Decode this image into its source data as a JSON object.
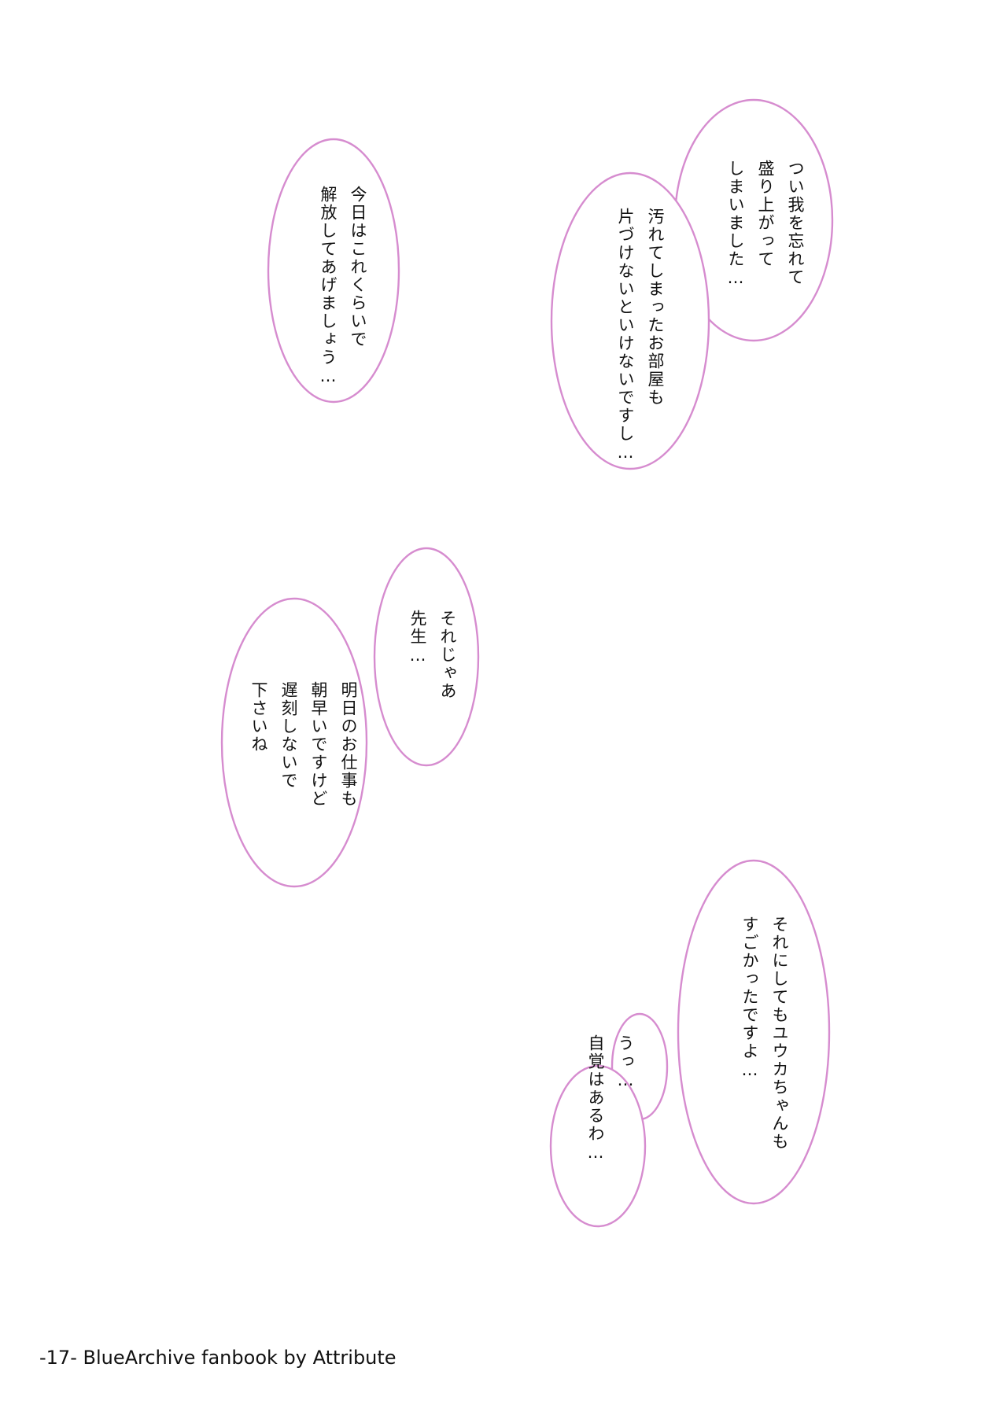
{
  "bubbles": {
    "b1": "つい我を忘れて\n盛り上がって\nしまいました…",
    "b2": "汚れてしまったお部屋も\n片づけないといけないですし…",
    "b3": "今日はこれくらいで\n解放してあげましょう…",
    "b4": "それじゃあ\n先生…",
    "b5": "明日のお仕事も\n朝早いですけど\n遅刻しないで\n下さいね",
    "b6": "それにしてもユウカちゃんも\nすごかったですよ…",
    "b7": "うっ…\n自覚はあるわ…"
  },
  "footer": {
    "text": "-17- BlueArchive fanbook by Attribute"
  },
  "colors": {
    "bubble_outline": "#d68ccf",
    "text": "#111111"
  }
}
